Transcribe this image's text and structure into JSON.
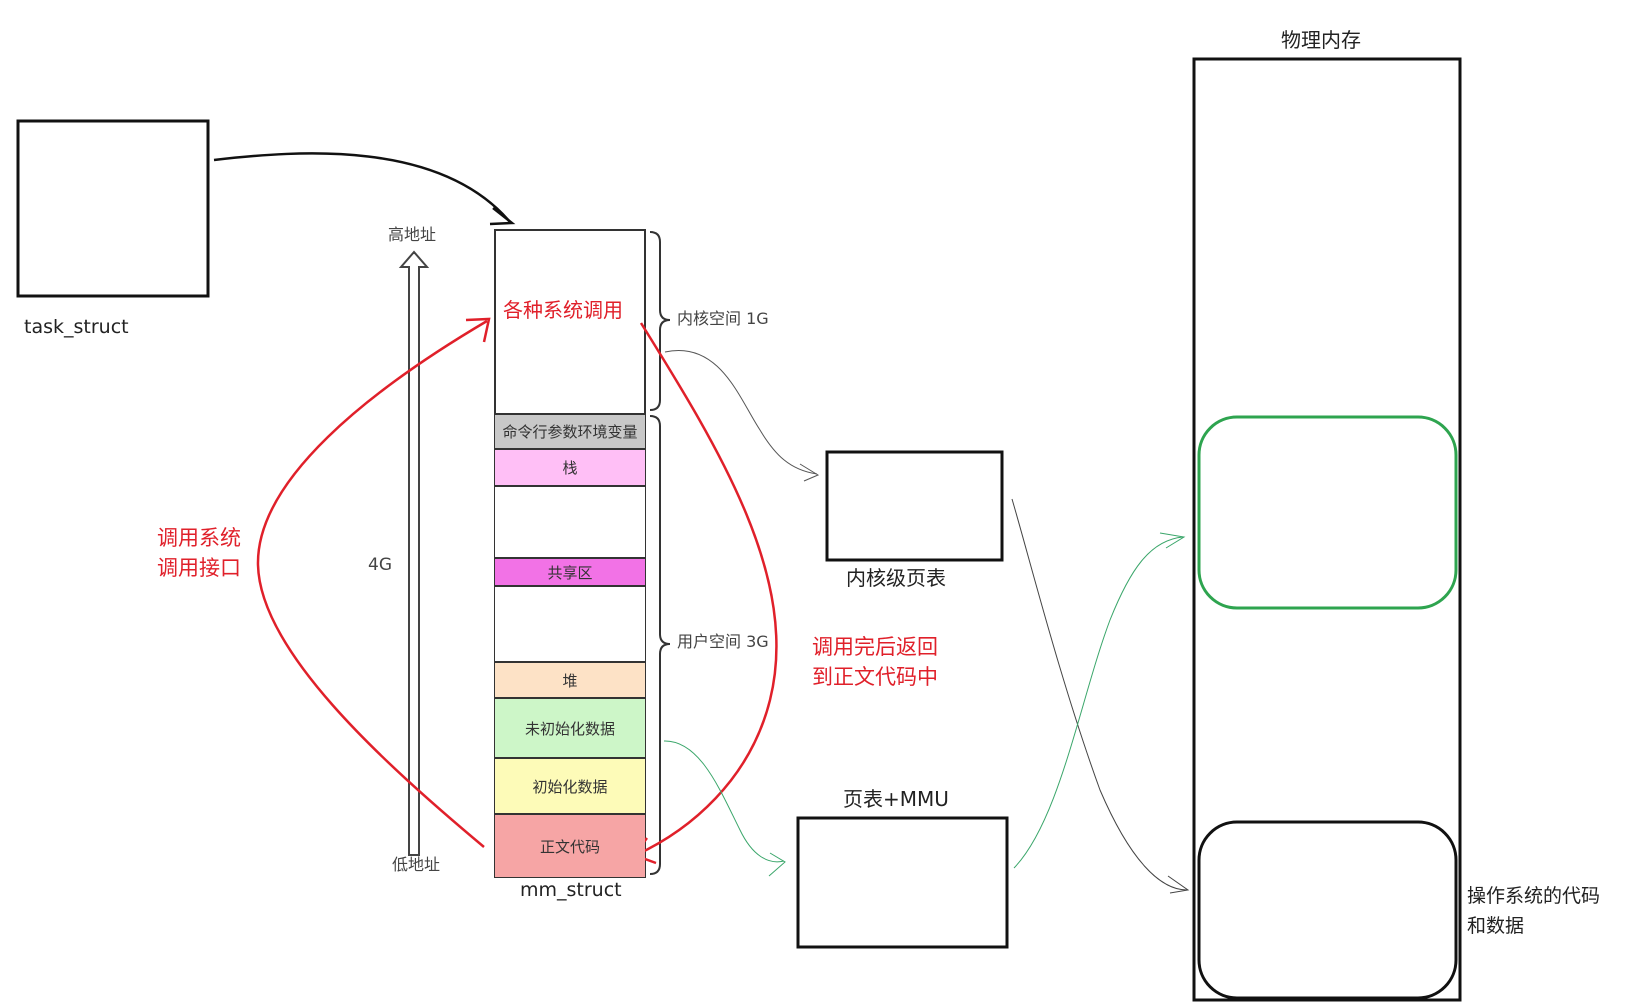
{
  "task_struct": {
    "label": "task_struct"
  },
  "mm_struct": {
    "label": "mm_struct"
  },
  "address": {
    "high": "高地址",
    "low": "低地址",
    "size": "4G"
  },
  "memory_layout": {
    "kernel_area_label": "各种系统调用",
    "segments": [
      {
        "key": "cmdline",
        "label": "命令行参数环境变量",
        "color": "#c8c8c8"
      },
      {
        "key": "stack",
        "label": "栈",
        "color": "#ffbff6"
      },
      {
        "key": "gap1",
        "label": "",
        "color": "#ffffff"
      },
      {
        "key": "shared",
        "label": "共享区",
        "color": "#f272e6"
      },
      {
        "key": "gap2",
        "label": "",
        "color": "#ffffff"
      },
      {
        "key": "heap",
        "label": "堆",
        "color": "#fde2c6"
      },
      {
        "key": "bss",
        "label": "未初始化数据",
        "color": "#cdf6c8"
      },
      {
        "key": "data",
        "label": "初始化数据",
        "color": "#fdfbb8"
      },
      {
        "key": "text",
        "label": "正文代码",
        "color": "#f6a5a5"
      }
    ]
  },
  "braces": {
    "kernel": "内核空间 1G",
    "user": "用户空间 3G"
  },
  "annotations": {
    "call_line1": "调用系统",
    "call_line2": "调用接口",
    "return_line1": "调用完后返回",
    "return_line2": "到正文代码中"
  },
  "page_tables": {
    "kernel": "内核级页表",
    "user": "页表+MMU"
  },
  "physical_memory": {
    "title": "物理内存",
    "os_line1": "操作系统的代码",
    "os_line2": "和数据"
  },
  "colors": {
    "red": "#e0202a",
    "green": "#2ea44f",
    "arrow_blue": "#5a5ae6"
  }
}
